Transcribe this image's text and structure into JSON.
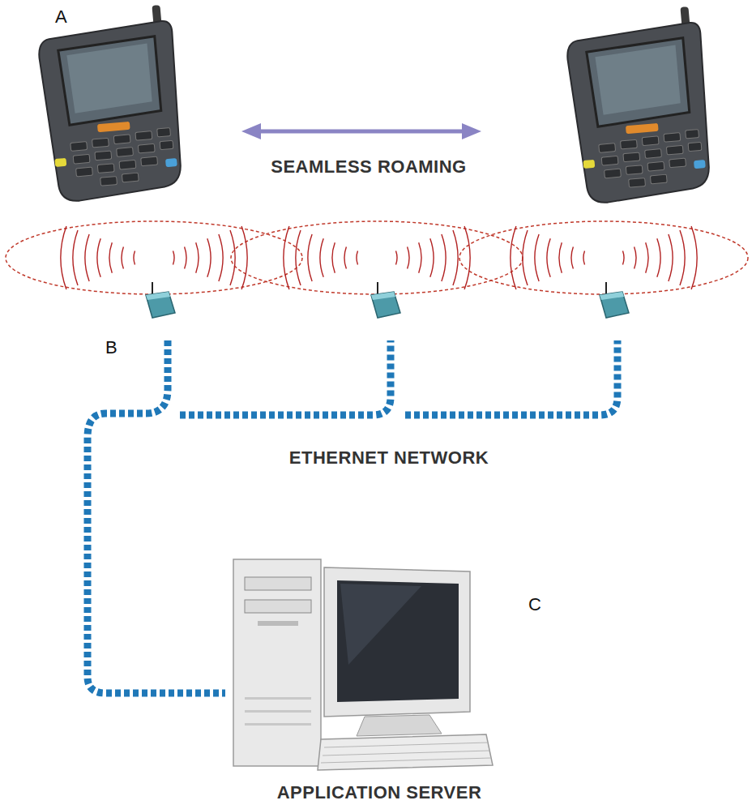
{
  "diagram": {
    "labels": [
      "A",
      "SEAMLESS ROAMING",
      "B",
      "ETHERNET NETWORK",
      "C",
      "APPLICATION SERVER"
    ]
  }
}
